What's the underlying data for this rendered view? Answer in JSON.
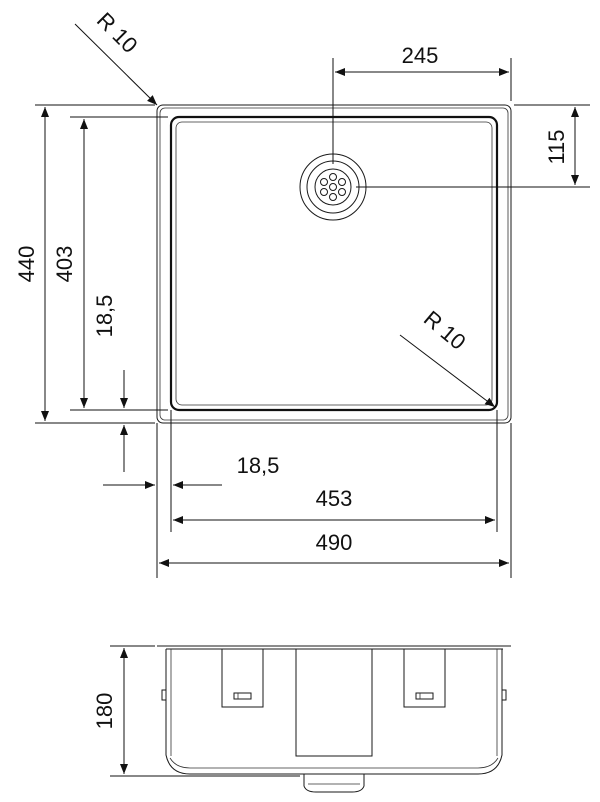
{
  "dimensions": {
    "radius_top_left": "R 10",
    "radius_inner": "R 10",
    "drain_offset_x": "245",
    "drain_offset_y": "115",
    "outer_depth": "440",
    "inner_depth": "403",
    "rim_side": "18,5",
    "rim_bottom": "18,5",
    "inner_width": "453",
    "outer_width": "490",
    "bowl_height": "180"
  }
}
